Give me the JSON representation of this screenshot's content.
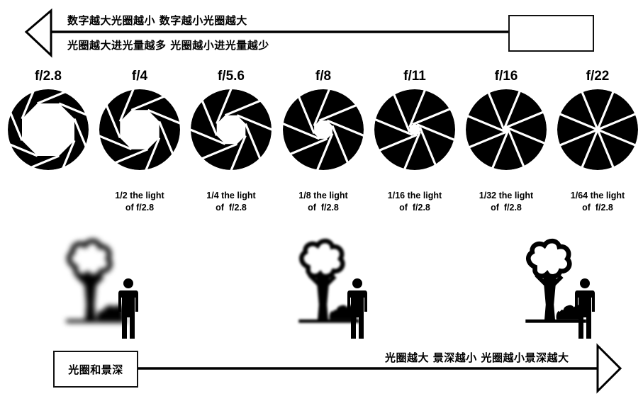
{
  "top_scale": {
    "line1": "数字越大光圈越小 数字越小光圈越大",
    "line2": "光圈越大进光量越多 光圈越小进光量越少",
    "arrow_direction": "left",
    "end_box_label": ""
  },
  "apertures": [
    {
      "fstop": "f/2.8",
      "caption": ""
    },
    {
      "fstop": "f/4",
      "caption": "1/2 the light\nof f/2.8"
    },
    {
      "fstop": "f/5.6",
      "caption": "1/4 the light\nof  f/2.8"
    },
    {
      "fstop": "f/8",
      "caption": "1/8 the light\nof  f/2.8"
    },
    {
      "fstop": "f/11",
      "caption": "1/16 the light\nof  f/2.8"
    },
    {
      "fstop": "f/16",
      "caption": "1/32 the light\nof  f/2.8"
    },
    {
      "fstop": "f/22",
      "caption": "1/64 the light\nof  f/2.8"
    }
  ],
  "dof_illustrations": [
    {
      "name": "shallow-dof",
      "blur": "heavy"
    },
    {
      "name": "medium-dof",
      "blur": "light"
    },
    {
      "name": "deep-dof",
      "blur": "none"
    }
  ],
  "bottom_scale": {
    "box_label": "光圈和景深",
    "description": "光圈越大 景深越小 光圈越小景深越大",
    "arrow_direction": "right"
  },
  "colors": {
    "ink": "#000000",
    "background": "#ffffff"
  }
}
